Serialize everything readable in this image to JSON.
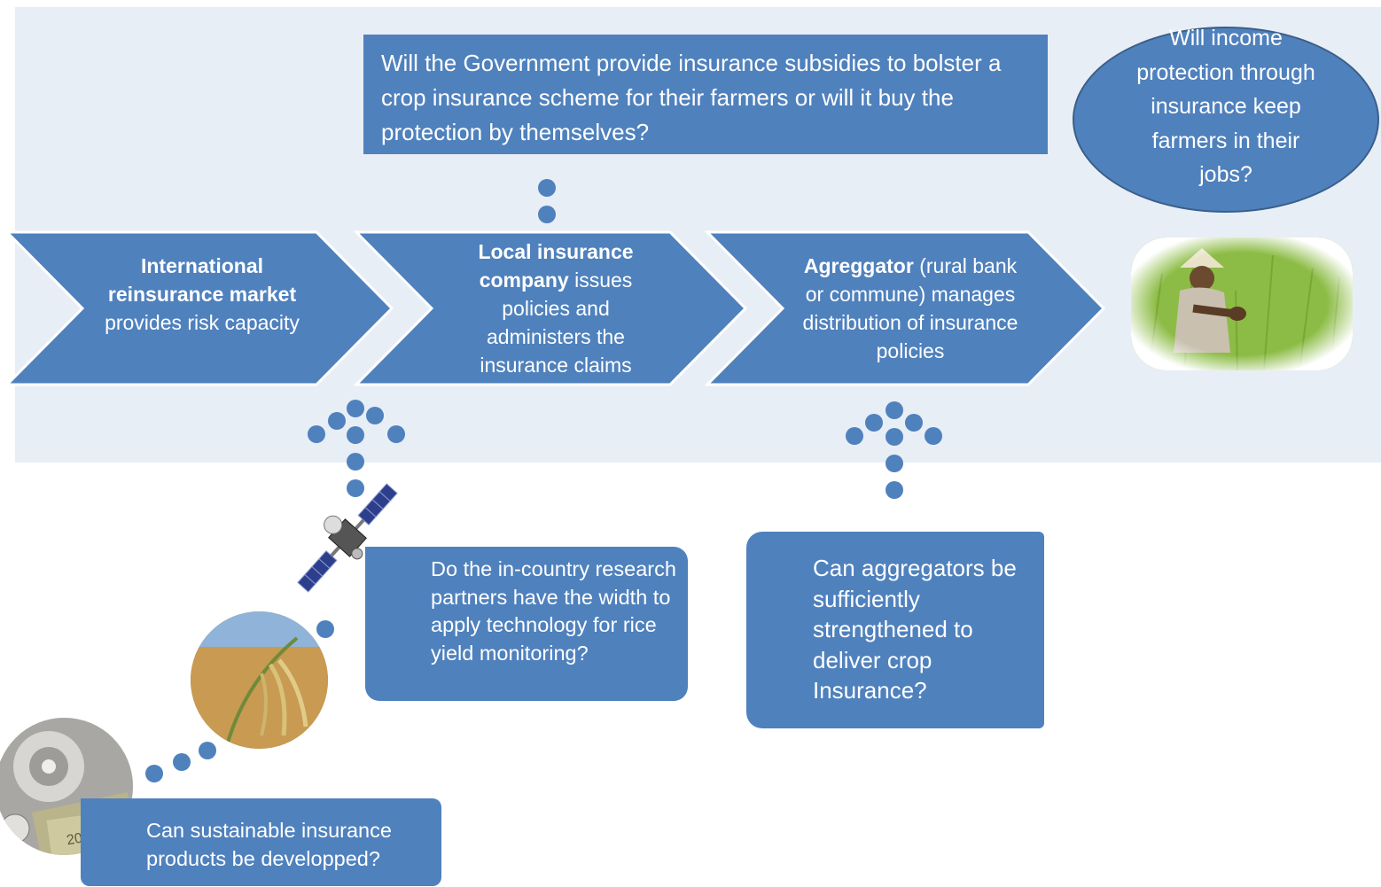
{
  "top_question": "Will the Government provide insurance subsidies  to bolster a crop insurance scheme for their farmers or will it buy the protection by themselves?",
  "oval_question": "Will income protection through insurance keep farmers in their jobs?",
  "chevrons": [
    {
      "bold": "International reinsurance market",
      "rest": " provides risk capacity"
    },
    {
      "bold": "Local insurance company",
      "rest": " issues policies and administers the insurance claims"
    },
    {
      "bold": "Agreggator",
      "rest": " (rural bank or commune) manages distribution of insurance policies"
    }
  ],
  "callouts": {
    "research": "Do the in-country research partners have the width to apply technology for rice yield monitoring?",
    "aggregators": "Can aggregators be sufficiently strengthened to deliver crop Insurance?",
    "products": "Can sustainable insurance products be developped?"
  },
  "colors": {
    "primary": "#4f81bd",
    "band": "#e8eef6",
    "dots": "#4f81bd"
  },
  "images": [
    "farmer-photo",
    "satellite-icon",
    "rice-photo",
    "hurricane-money-photo"
  ]
}
